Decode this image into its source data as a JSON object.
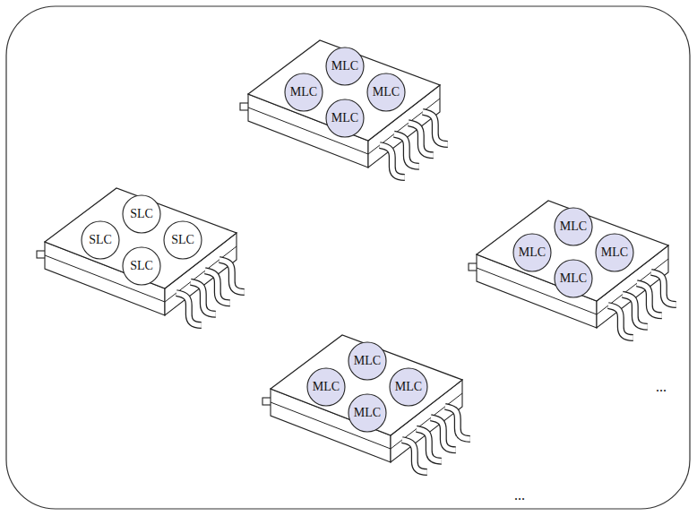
{
  "diagram": {
    "nodes": [
      {
        "text": [
          "MLC"
        ]
      },
      {
        "text": [
          "MLC"
        ]
      },
      {
        "text": [
          "MLC"
        ]
      },
      {
        "text": [
          "MLC"
        ]
      },
      {
        "text": [
          "SLC"
        ]
      },
      {
        "text": [
          "SLC"
        ]
      },
      {
        "text": [
          "SLC"
        ]
      },
      {
        "text": [
          "SLC"
        ]
      },
      {
        "text": [
          "MLC"
        ]
      },
      {
        "text": [
          "MLC"
        ]
      },
      {
        "text": [
          "MLC"
        ]
      },
      {
        "text": [
          "MLC"
        ]
      },
      {
        "text": [
          "MLC"
        ]
      },
      {
        "text": [
          "MLC"
        ]
      },
      {
        "text": [
          "MLC"
        ]
      },
      {
        "text": [
          "MLC"
        ]
      }
    ],
    "labels": [
      "...",
      "..."
    ]
  }
}
